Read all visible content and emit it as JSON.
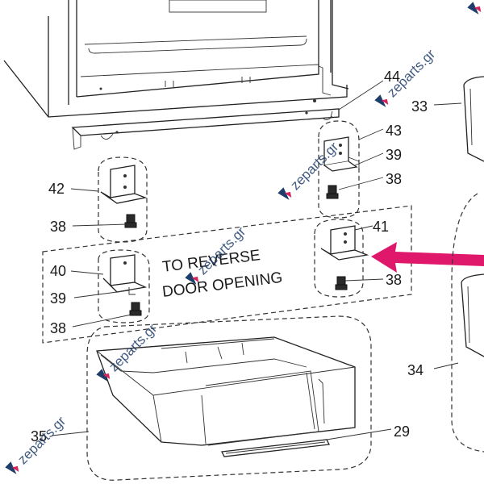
{
  "callouts": [
    {
      "id": "44",
      "text": "44"
    },
    {
      "id": "43",
      "text": "43"
    },
    {
      "id": "39a",
      "text": "39"
    },
    {
      "id": "38a",
      "text": "38"
    },
    {
      "id": "33",
      "text": "33"
    },
    {
      "id": "42",
      "text": "42"
    },
    {
      "id": "38b",
      "text": "38"
    },
    {
      "id": "41",
      "text": "41"
    },
    {
      "id": "40",
      "text": "40"
    },
    {
      "id": "39b",
      "text": "39"
    },
    {
      "id": "38c",
      "text": "38"
    },
    {
      "id": "38d",
      "text": "38"
    },
    {
      "id": "34",
      "text": "34"
    },
    {
      "id": "29",
      "text": "29"
    },
    {
      "id": "35",
      "text": "35"
    }
  ],
  "note": {
    "line1": "TO REVERSE",
    "line2": "DOOR OPENING"
  },
  "watermark": {
    "text": "zeparts.gr",
    "color": "#1f3d6b",
    "accent": "#d6245a"
  },
  "arrow": {
    "color": "#e0186c"
  }
}
